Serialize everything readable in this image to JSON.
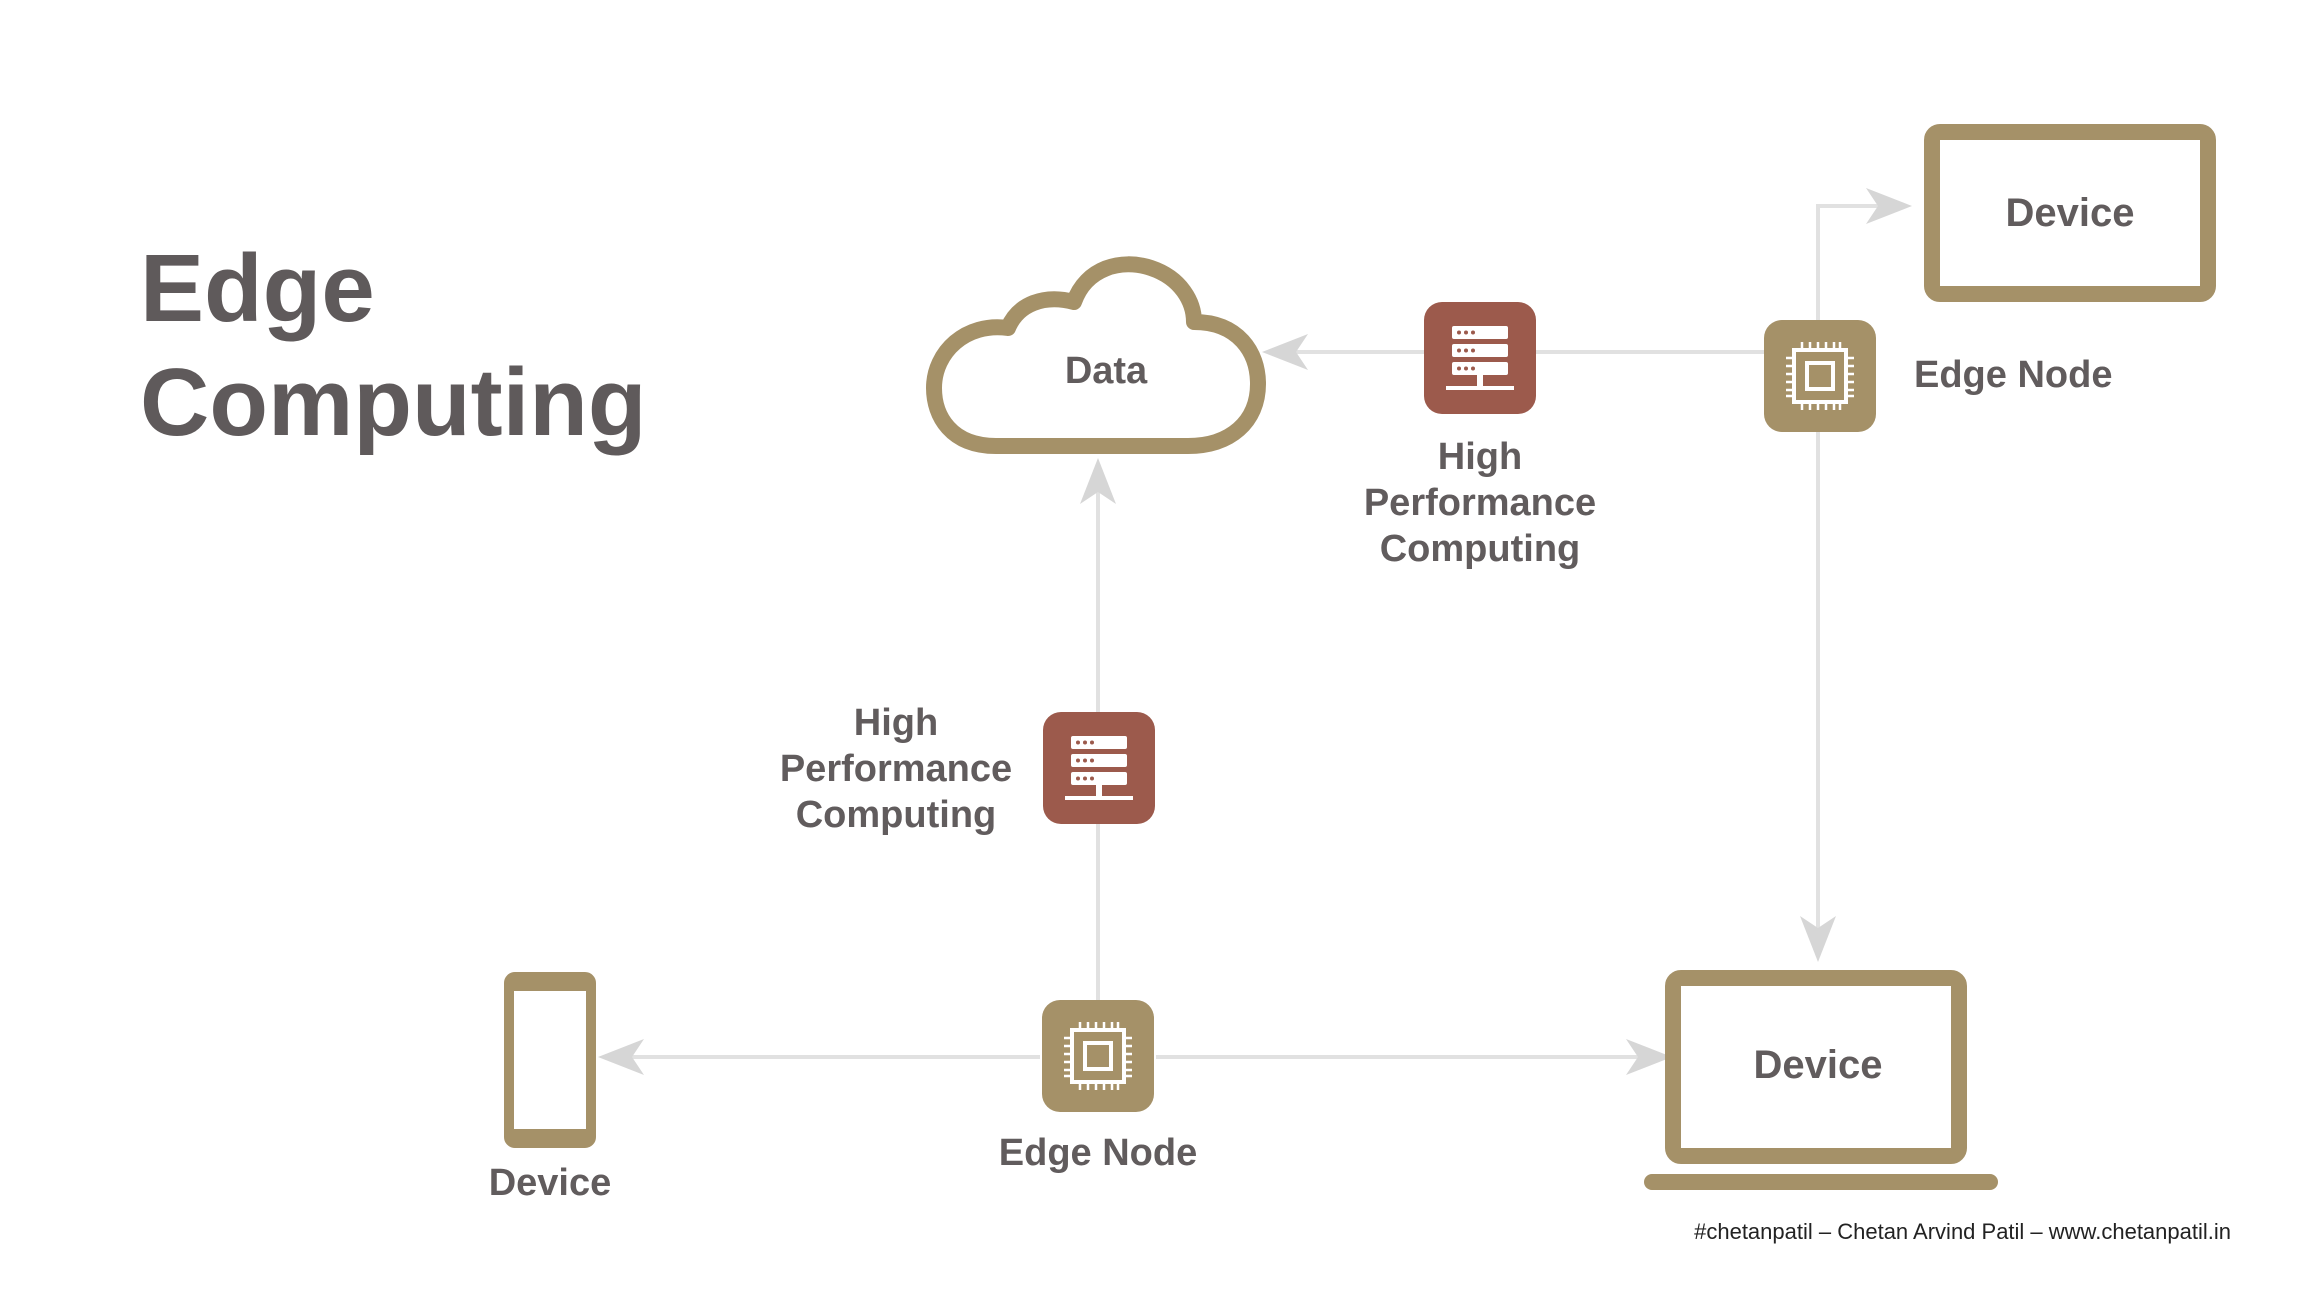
{
  "title": {
    "line1": "Edge",
    "line2": "Computing"
  },
  "nodes": {
    "cloud": {
      "label": "Data"
    },
    "hpc_top": {
      "label_lines": [
        "High",
        "Performance",
        "Computing"
      ]
    },
    "hpc_mid": {
      "label_lines": [
        "High",
        "Performance",
        "Computing"
      ]
    },
    "edge_node_top": {
      "label": "Edge Node"
    },
    "edge_node_bottom": {
      "label": "Edge Node"
    },
    "device_top_monitor": {
      "label": "Device"
    },
    "device_laptop": {
      "label": "Device"
    },
    "device_phone": {
      "label": "Device"
    }
  },
  "footer": "#chetanpatil – Chetan Arvind Patil – www.chetanpatil.in",
  "colors": {
    "accent_tan": "#a59168",
    "server_brown": "#9c5a4c",
    "connector_gray": "#dcdcdc",
    "text_gray": "#615c5d"
  },
  "icons": {
    "cloud": "cloud-icon",
    "server": "server-icon",
    "chip": "chip-icon",
    "monitor": "monitor-icon",
    "laptop": "laptop-icon",
    "phone": "phone-icon"
  }
}
